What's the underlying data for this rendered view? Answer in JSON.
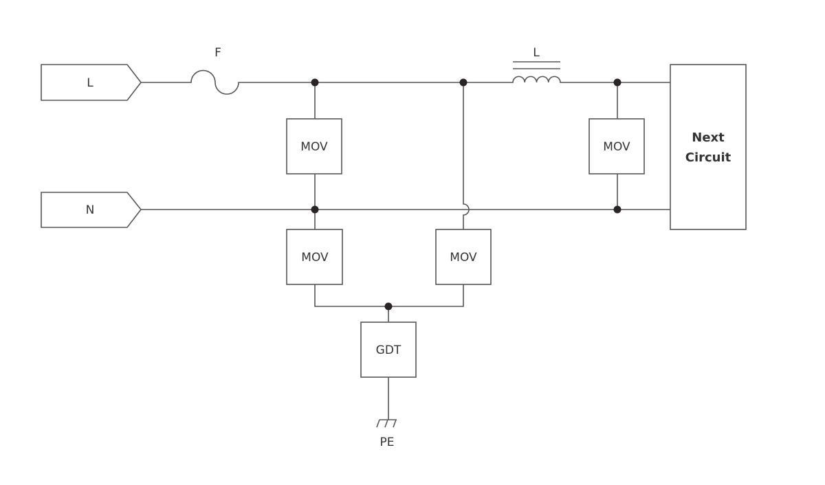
{
  "terminals": {
    "line": "L",
    "neutral": "N",
    "ground": "PE"
  },
  "fuse_label": "F",
  "inductor_label": "L",
  "components": {
    "mov_top_left": "MOV",
    "mov_top_right": "MOV",
    "mov_bottom_left": "MOV",
    "mov_bottom_right": "MOV",
    "gdt": "GDT"
  },
  "next_circuit": {
    "line1": "Next",
    "line2": "Circuit"
  }
}
